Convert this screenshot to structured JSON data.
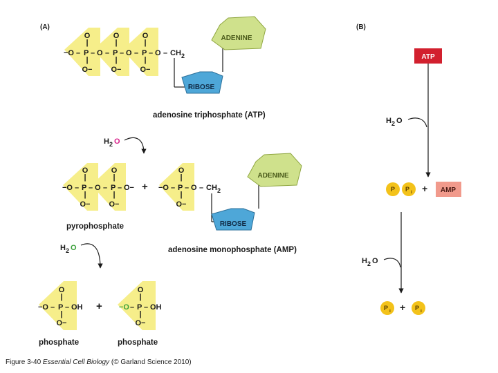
{
  "panels": {
    "a": "(A)",
    "b": "(B)"
  },
  "chem": {
    "O": "O",
    "O_minus": "O−",
    "minus_O": "−O",
    "P": "P",
    "bond": "–",
    "CH": "CH",
    "sub2": "2",
    "OH": "OH",
    "H": "H"
  },
  "groups": {
    "adenine": "ADENINE",
    "ribose": "RIBOSE"
  },
  "labels": {
    "atp": "adenosine triphosphate (ATP)",
    "amp": "adenosine monophosphate (AMP)",
    "pyrophosphate": "pyrophosphate",
    "phosphate": "phosphate"
  },
  "water": "H2O",
  "plus": "+",
  "panel_b": {
    "atp": "ATP",
    "amp": "AMP",
    "p": "P",
    "i": "i"
  },
  "caption": {
    "prefix": "Figure 3-40  ",
    "title": "Essential Cell Biology",
    "suffix": " (© Garland Science 2010)"
  },
  "colors": {
    "phosphate_tint": "#f6ee8a",
    "adenine_fill": "#cfe18c",
    "ribose_fill": "#4ea7d8",
    "water_o_magenta": "#d8208a",
    "water_o_green": "#3aa03a",
    "atp_box": "#d2202e",
    "amp_box": "#f19a8c",
    "pi_circle": "#f3c21a"
  }
}
